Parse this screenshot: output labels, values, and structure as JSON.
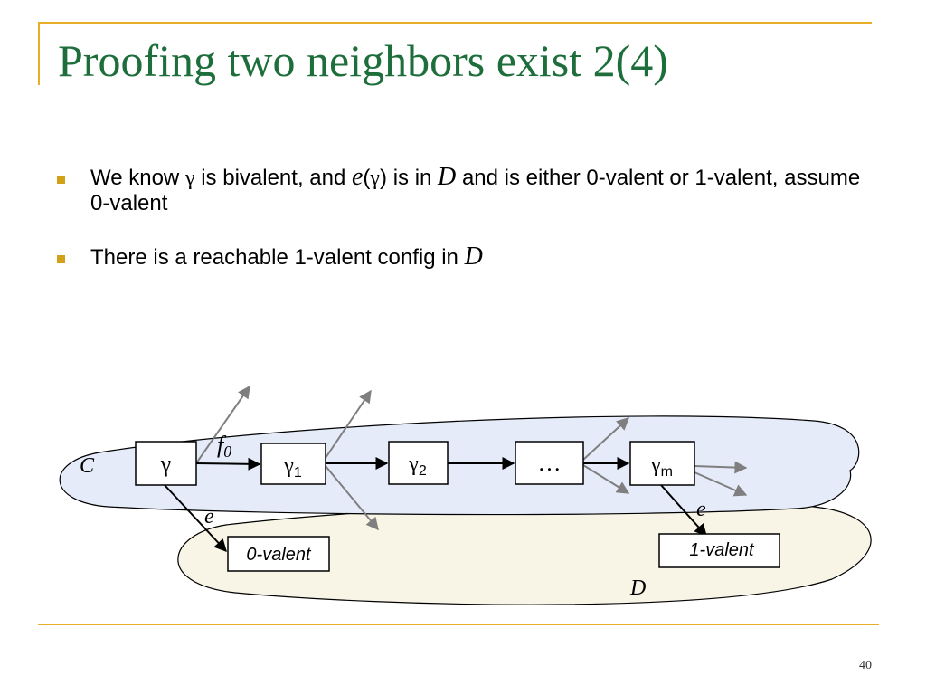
{
  "slide": {
    "title": "Proofing two neighbors exist 2(4)",
    "page_number": "40"
  },
  "bullets": [
    {
      "p1": "We know ",
      "gamma": "γ",
      "p2": " is bivalent, and ",
      "e": "e",
      "paren_open": "(",
      "gamma2": "γ",
      "paren_close": ")",
      "p3": " is in ",
      "D": "D",
      "p4": " and is either 0-valent or 1-valent, assume 0-valent"
    },
    {
      "p1": "There is a reachable 1-valent config in ",
      "D": "D"
    }
  ],
  "diagram": {
    "region_c_label": "C",
    "region_d_label": "D",
    "nodes": {
      "gamma": "γ",
      "gamma1": "γ",
      "gamma1_sub": "1",
      "gamma2": "γ",
      "gamma2_sub": "2",
      "ellipsis": "…",
      "gammam": "γ",
      "gammam_sub": "m"
    },
    "edge_labels": {
      "f0": "f",
      "f0_sub": "0",
      "e_left": "e",
      "e_right": "e"
    },
    "boxes": {
      "zero_valent": "0-valent",
      "one_valent": "1-valent"
    },
    "colors": {
      "region_c_fill": "#e6ebfa",
      "region_d_fill": "#f8f4e6",
      "gray_arrow": "#7f7f7f",
      "black_arrow": "#000000"
    }
  }
}
